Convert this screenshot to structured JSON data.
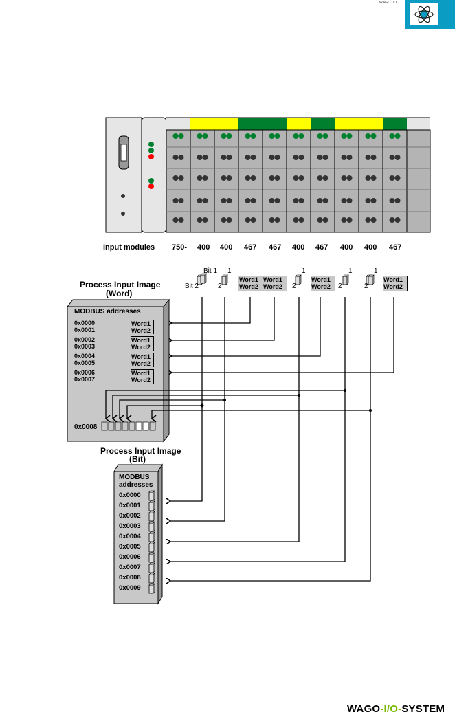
{
  "header": {
    "small_text": "WAGO I/O",
    "logo_icon": "atom-icon"
  },
  "coupler": {
    "module_labels_title": "Input modules",
    "module_labels": [
      "750-",
      "400",
      "400",
      "467",
      "467",
      "400",
      "467",
      "400",
      "400",
      "467"
    ],
    "module_header_colors": [
      "#e6e6e6",
      "#ffff00",
      "#ffff00",
      "#00802f",
      "#00802f",
      "#ffff00",
      "#00802f",
      "#ffff00",
      "#ffff00",
      "#00802f",
      "#e6e6e6"
    ],
    "led_green": "#00802f",
    "led_red": "#ff0000",
    "body_gray": "#b4b4b4"
  },
  "top_labels": {
    "bit1": "Bit 1",
    "bit2": "Bit 2",
    "one": "1",
    "two": "2",
    "word1": "Word1",
    "word2": "Word2"
  },
  "word_image": {
    "title_line1": "Process Input Image",
    "title_line2": "(Word)",
    "heading": "MODBUS addresses",
    "rows": [
      {
        "a1": "0x0000",
        "a2": "0x0001",
        "w1": "Word1",
        "w2": "Word2"
      },
      {
        "a1": "0x0002",
        "a2": "0x0003",
        "w1": "Word1",
        "w2": "Word2"
      },
      {
        "a1": "0x0004",
        "a2": "0x0005",
        "w1": "Word1",
        "w2": "Word2"
      },
      {
        "a1": "0x0006",
        "a2": "0x0007",
        "w1": "Word1",
        "w2": "Word2"
      }
    ],
    "bit_row_address": "0x0008"
  },
  "bit_image": {
    "title_line1": "Process Input Image",
    "title_line2": "(Bit)",
    "heading1": "MODBUS",
    "heading2": "addresses",
    "addresses": [
      "0x0000",
      "0x0001",
      "0x0002",
      "0x0003",
      "0x0004",
      "0x0005",
      "0x0006",
      "0x0007",
      "0x0008",
      "0x0009"
    ]
  },
  "footer": {
    "brand_a": "WAGO",
    "brand_dash": "-",
    "brand_io": "I/O",
    "brand_b": "SYSTEM"
  }
}
